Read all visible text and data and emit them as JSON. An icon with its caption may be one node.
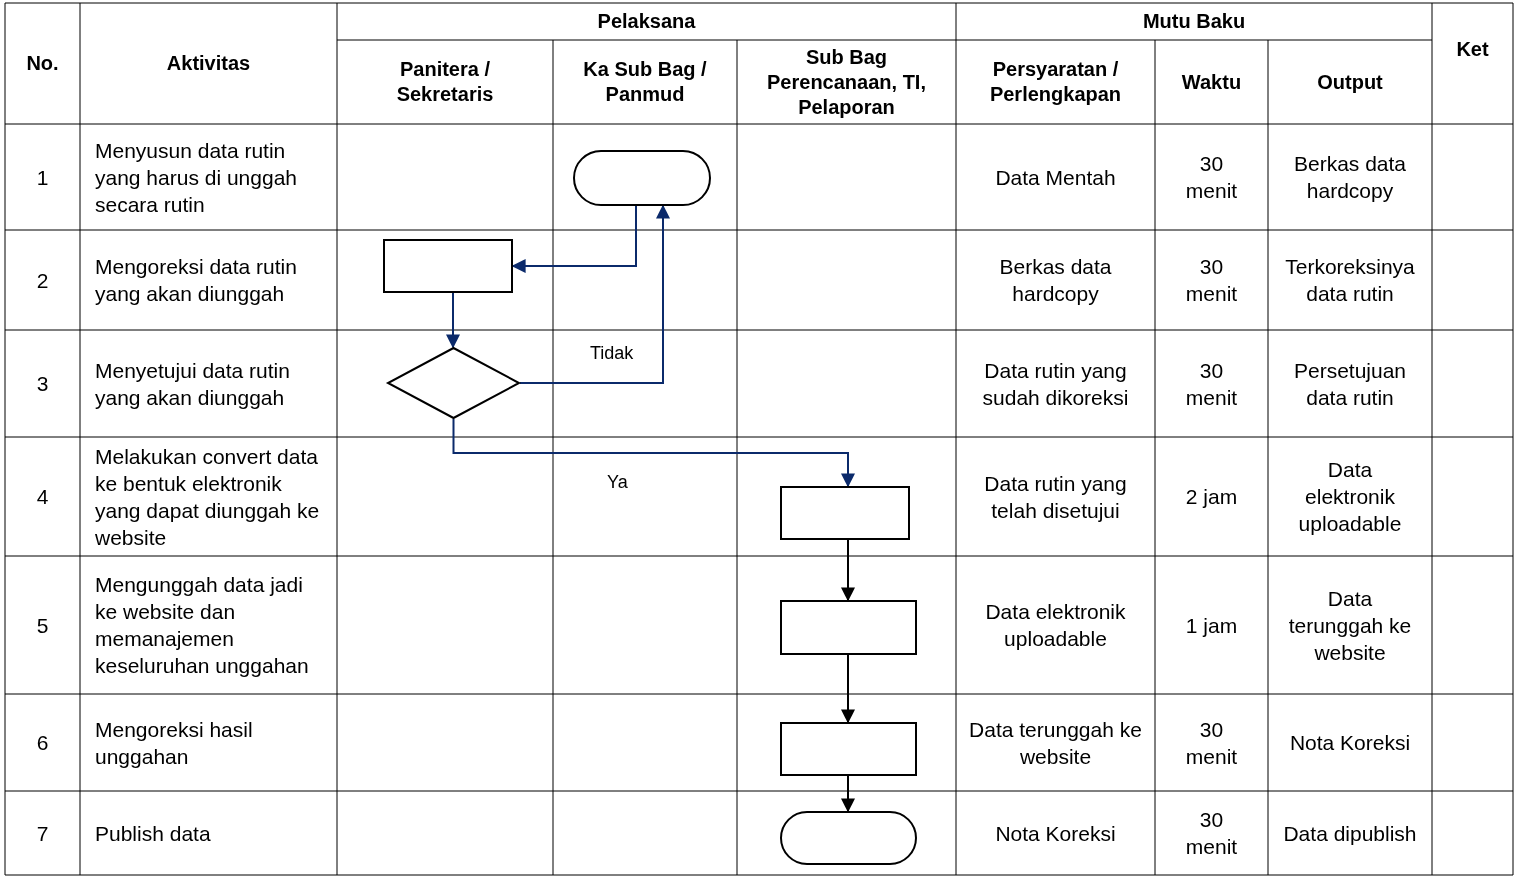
{
  "diagram": {
    "nodes": [
      {
        "text": [],
        "shape": "oval"
      },
      {
        "text": [],
        "shape": "box"
      },
      {
        "text": [],
        "shape": "diamond"
      },
      {
        "text": [],
        "shape": "box"
      },
      {
        "text": [],
        "shape": "box"
      },
      {
        "text": [],
        "shape": "box"
      },
      {
        "text": [],
        "shape": "oval"
      }
    ],
    "edges": [
      {
        "from": 0,
        "to": 1,
        "arrow": "to"
      },
      {
        "from": 1,
        "to": 2,
        "arrow": "to"
      },
      {
        "from": 2,
        "to": 0,
        "arrow": "to",
        "label": "Tidak"
      },
      {
        "from": 2,
        "to": 3,
        "arrow": "to",
        "label": "Ya"
      },
      {
        "from": 3,
        "to": 4,
        "arrow": "to",
        "color": "#000000"
      },
      {
        "from": 4,
        "to": 5,
        "arrow": "to",
        "color": "#000000"
      },
      {
        "from": 5,
        "to": 6,
        "arrow": "to",
        "color": "#000000"
      }
    ],
    "labels": [
      "No.",
      "Aktivitas",
      "Pelaksana",
      "Mutu Baku",
      "Ket",
      "Panitera / Sekretaris",
      "Ka Sub Bag / Panmud",
      "Sub Bag Perencanaan, TI, Pelaporan",
      "Persyaratan / Perlengkapan",
      "Waktu",
      "Output",
      "1",
      "Menyusun data rutin yang harus di unggah secara rutin",
      "Data Mentah",
      "30 menit",
      "Berkas data hardcopy",
      "2",
      "Mengoreksi data rutin yang akan diunggah",
      "Berkas data hardcopy",
      "30 menit",
      "Terkoreksinya data rutin",
      "3",
      "Menyetujui data rutin yang akan diunggah",
      "Data rutin yang sudah dikoreksi",
      "30 menit",
      "Persetujuan data rutin",
      "4",
      "Melakukan convert data ke bentuk elektronik yang dapat diunggah ke website",
      "Data rutin yang telah disetujui",
      "2 jam",
      "Data elektronik uploadable",
      "5",
      "Mengunggah data jadi ke website dan memanajemen keseluruhan unggahan",
      "Data elektronik uploadable",
      "1 jam",
      "Data terunggah ke website",
      "6",
      "Mengoreksi hasil unggahan",
      "Data terunggah ke website",
      "30 menit",
      "Nota Koreksi",
      "7",
      "Publish data",
      "Nota Koreksi",
      "30 menit",
      "Data dipublish"
    ]
  }
}
